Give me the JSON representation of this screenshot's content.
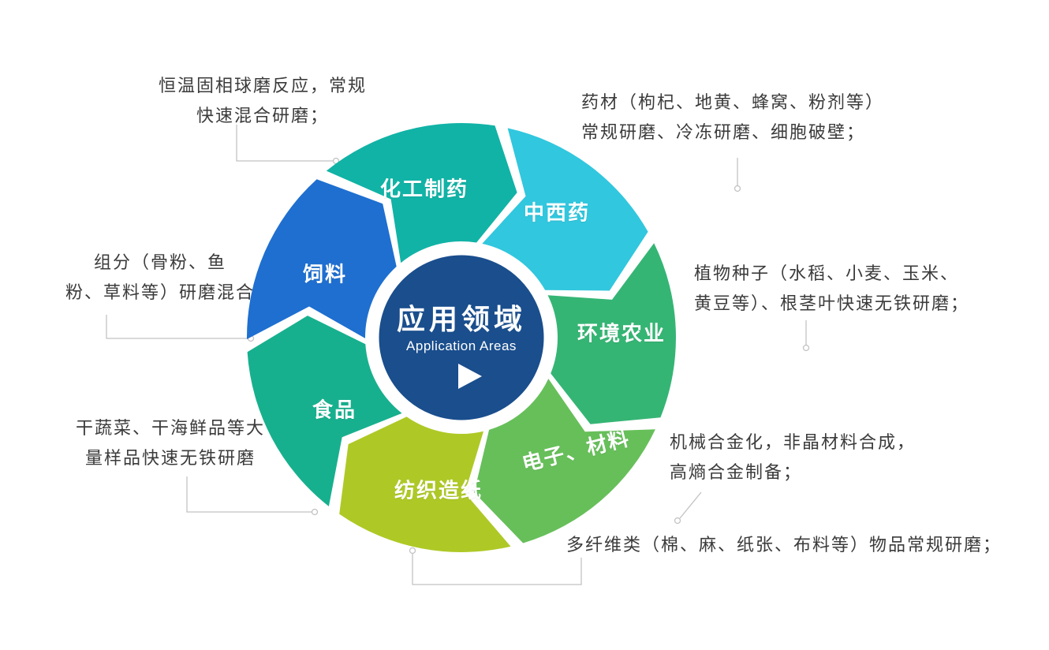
{
  "diagram_title": "应用领域",
  "center": {
    "title": "应用领域",
    "subtitle": "Application Areas",
    "color": "#1a4e8d",
    "play_icon": "play-icon"
  },
  "segments": [
    {
      "label": "化工制药",
      "color": "#11b3a6",
      "note": [
        "恒温固相球磨反应，常规",
        "快速混合研磨；"
      ]
    },
    {
      "label": "中西药",
      "color": "#31c7de",
      "note": [
        "药材（枸杞、地黄、蜂窝、粉剂等）",
        "常规研磨、冷冻研磨、细胞破壁；"
      ]
    },
    {
      "label": "环境农业",
      "color": "#35b574",
      "note": [
        "植物种子（水稻、小麦、玉米、",
        "黄豆等）、根茎叶快速无铁研磨；"
      ]
    },
    {
      "label": "电子、材料",
      "color": "#67bf5a",
      "note": [
        "机械合金化，非晶材料合成，",
        "高熵合金制备；"
      ]
    },
    {
      "label": "纺织造纸",
      "color": "#aec926",
      "note": [
        "多纤维类（棉、麻、纸张、布料等）物品常规研磨；"
      ]
    },
    {
      "label": "食品",
      "color": "#17b08e",
      "note": [
        "干蔬菜、干海鲜品等大",
        "量样品快速无铁研磨"
      ]
    },
    {
      "label": "饲料",
      "color": "#1e6fd0",
      "note": [
        "组分（骨粉、鱼",
        "粉、草料等）研磨混合"
      ]
    }
  ],
  "leader_line_color": "#c2c2c2"
}
